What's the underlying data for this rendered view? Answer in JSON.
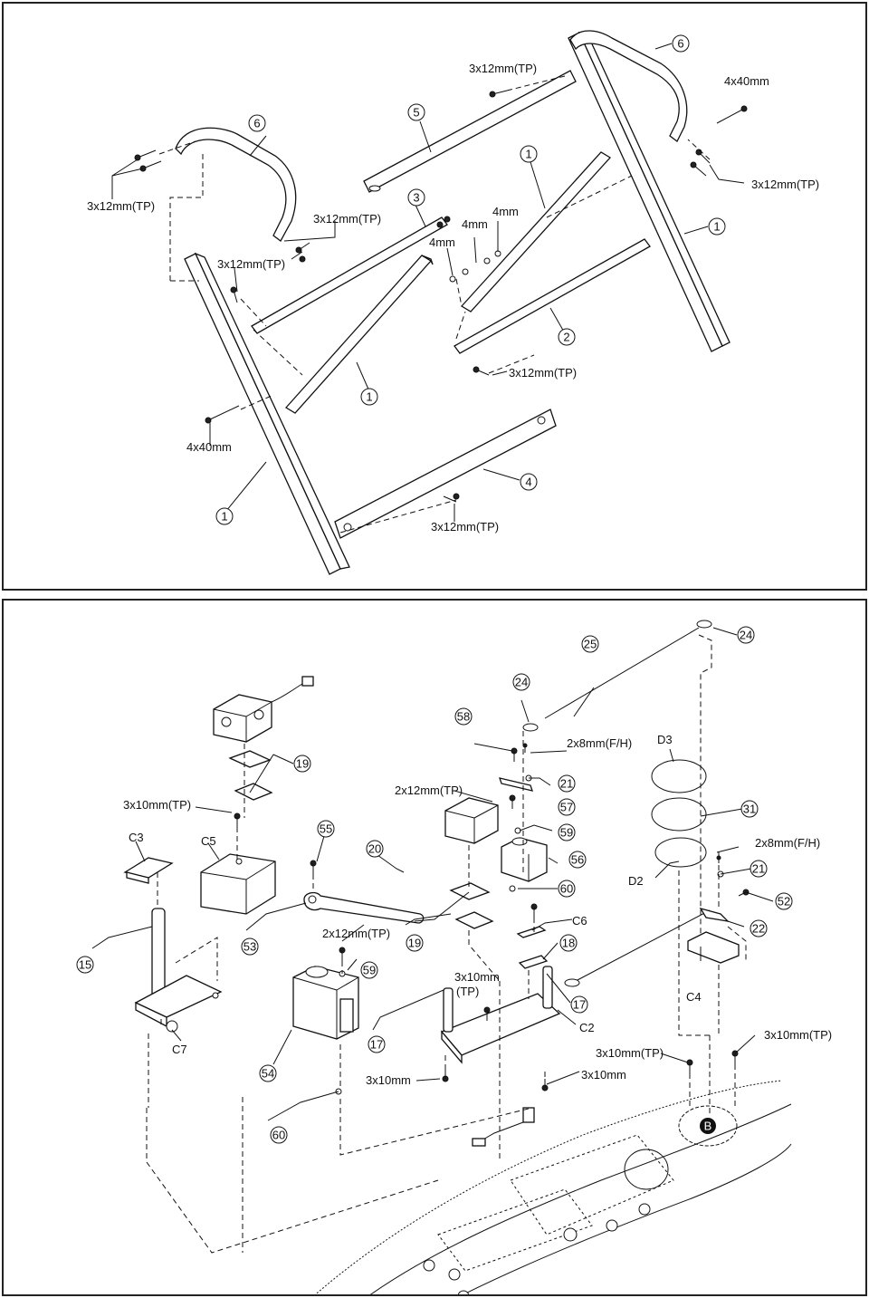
{
  "top": {
    "labels": {
      "screw_3x12_tp": "3x12mm(TP)",
      "screw_4x40": "4x40mm",
      "nut_4mm": "4mm"
    },
    "callouts": {
      "n1": "1",
      "n2": "2",
      "n3": "3",
      "n4": "4",
      "n5": "5",
      "n6": "6"
    }
  },
  "bottom": {
    "labels": {
      "screw_3x10_tp": "3x10mm(TP)",
      "screw_3x10_tp_a": "3x10mm",
      "screw_3x10_tp_b": "(TP)",
      "screw_3x10": "3x10mm",
      "screw_2x12_tp": "2x12mm(TP)",
      "screw_2x8_fh": "2x8mm(F/H)",
      "c2": "C2",
      "c3": "C3",
      "c4": "C4",
      "c5": "C5",
      "c6": "C6",
      "c7": "C7",
      "d2": "D2",
      "d3": "D3",
      "b": "B"
    },
    "callouts": {
      "n15": "15",
      "n17": "17",
      "n18": "18",
      "n19": "19",
      "n20": "20",
      "n21": "21",
      "n22": "22",
      "n24": "24",
      "n25": "25",
      "n31": "31",
      "n52": "52",
      "n53": "53",
      "n54": "54",
      "n55": "55",
      "n56": "56",
      "n57": "57",
      "n58": "58",
      "n59": "59",
      "n60": "60"
    }
  }
}
